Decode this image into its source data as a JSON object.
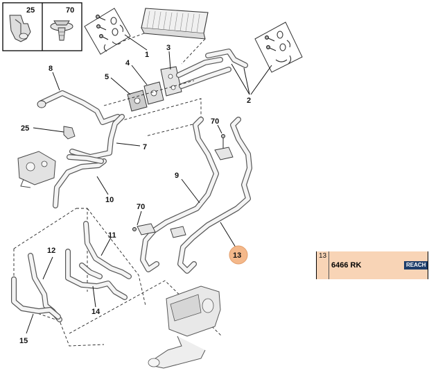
{
  "inset": {
    "left_ref": "25",
    "right_ref": "70"
  },
  "callouts": {
    "c1": "1",
    "c2": "2",
    "c3": "3",
    "c4": "4",
    "c5": "5",
    "c7": "7",
    "c8": "8",
    "c9": "9",
    "c10": "10",
    "c11": "11",
    "c12": "12",
    "c13": "13",
    "c14": "14",
    "c15": "15",
    "c25": "25",
    "c70a": "70",
    "c70b": "70"
  },
  "highlight": {
    "ref": "13",
    "color": "#f4b88a"
  },
  "parts_panel": {
    "ref": "13",
    "code": "6466 RK",
    "badge": "REACH",
    "background": "#f8d4b6",
    "badge_color": "#1d3d6a"
  }
}
